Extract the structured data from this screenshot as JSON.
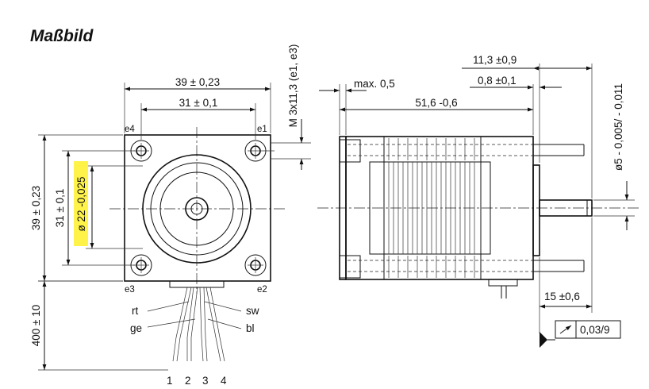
{
  "title": "Maßbild",
  "front_view": {
    "width_outer": "39 ± 0,23",
    "width_hole": "31 ± 0,1",
    "height_outer": "39 ± 0,23",
    "height_hole": "31 ± 0,1",
    "pilot_diameter": "ø 22 -0,025",
    "thread": "M 3x11,3 (e1, e3)",
    "holes": [
      "e4",
      "e1",
      "e3",
      "e2"
    ],
    "cable_length": "400 ± 10",
    "wire_colors": [
      "rt",
      "ge",
      "sw",
      "bl"
    ],
    "wire_numbers": [
      "1",
      "2",
      "3",
      "4"
    ]
  },
  "side_view": {
    "flange_max": "max. 0,5",
    "body_length": "51,6 -0,6",
    "shaft_length_total": "11,3 ±0,9",
    "shaft_collar": "0,8 ±0,1",
    "shaft_diameter": "ø5 - 0,005/ - 0,011",
    "shaft_extension": "15 ±0,6",
    "runout_tolerance": "0,03/9"
  },
  "colors": {
    "line": "#111111",
    "highlight": "#fff34a"
  }
}
